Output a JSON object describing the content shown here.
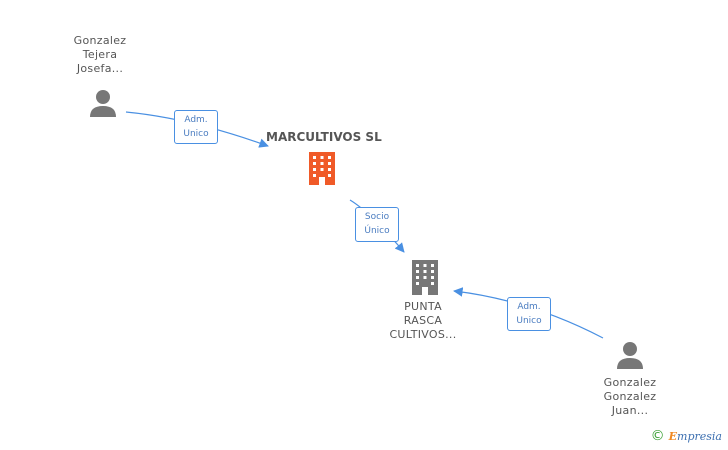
{
  "nodes": {
    "person1": {
      "lines": [
        "Gonzalez",
        "Tejera",
        "Josefa..."
      ]
    },
    "company_main": {
      "name": "MARCULTIVOS SL"
    },
    "company2": {
      "lines": [
        "PUNTA",
        "RASCA",
        "CULTIVOS..."
      ]
    },
    "person2": {
      "lines": [
        "Gonzalez",
        "Gonzalez",
        "Juan..."
      ]
    }
  },
  "edges": {
    "e1": {
      "lines": [
        "Adm.",
        "Unico"
      ]
    },
    "e2": {
      "lines": [
        "Socio",
        "Único"
      ]
    },
    "e3": {
      "lines": [
        "Adm.",
        "Unico"
      ]
    }
  },
  "footer": {
    "copyright": "©",
    "brand_first": "E",
    "brand_rest": "mpresia"
  },
  "colors": {
    "edge": "#4a90e2",
    "main_company": "#f05a28",
    "node_icon": "#777777"
  }
}
